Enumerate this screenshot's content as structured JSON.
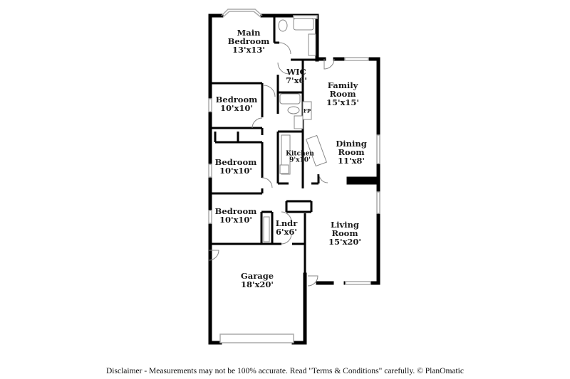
{
  "rooms": [
    {
      "id": "main-bedroom",
      "name_lines": [
        "Main",
        "Bedroom"
      ],
      "size": "13'x13'"
    },
    {
      "id": "wic",
      "name_lines": [
        "WIC"
      ],
      "size": "7'x6'"
    },
    {
      "id": "family-room",
      "name_lines": [
        "Family",
        "Room"
      ],
      "size": "15'x15'"
    },
    {
      "id": "bedroom-1",
      "name_lines": [
        "Bedroom"
      ],
      "size": "10'x10'"
    },
    {
      "id": "fireplace",
      "name_lines": [
        "FP"
      ],
      "size": ""
    },
    {
      "id": "kitchen",
      "name_lines": [
        "Kitchen"
      ],
      "size": "9'x10'"
    },
    {
      "id": "dining-room",
      "name_lines": [
        "Dining",
        "Room"
      ],
      "size": "11'x8'"
    },
    {
      "id": "bedroom-2",
      "name_lines": [
        "Bedroom"
      ],
      "size": "10'x10'"
    },
    {
      "id": "bedroom-3",
      "name_lines": [
        "Bedroom"
      ],
      "size": "10'x10'"
    },
    {
      "id": "laundry",
      "name_lines": [
        "Lndr"
      ],
      "size": "6'x6'"
    },
    {
      "id": "living-room",
      "name_lines": [
        "Living",
        "Room"
      ],
      "size": "15'x20'"
    },
    {
      "id": "garage",
      "name_lines": [
        "Garage"
      ],
      "size": "18'x20'"
    }
  ],
  "disclaimer": "Disclaimer - Measurements may not be 100% accurate. Read \"Terms & Conditions\" carefully. © PlanOmatic",
  "colors": {
    "wall": "#000000",
    "fixture": "#888888",
    "window": "#bbbbbb",
    "background": "#ffffff"
  }
}
